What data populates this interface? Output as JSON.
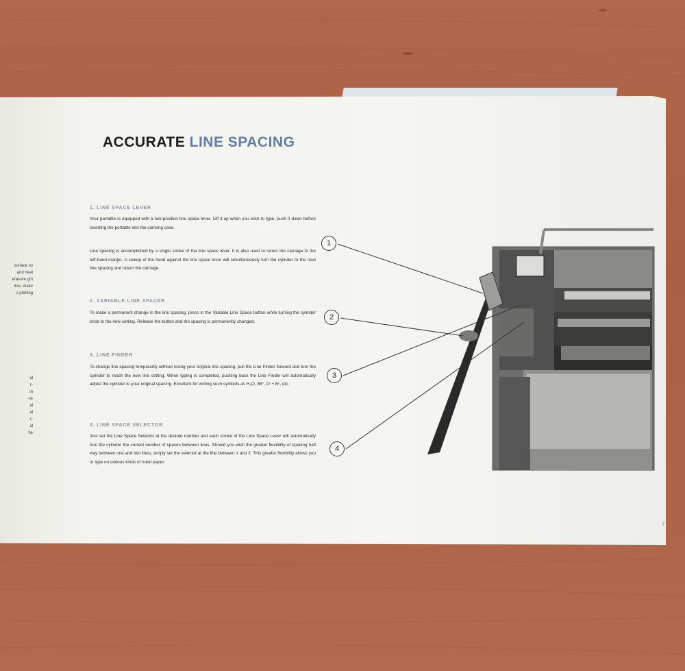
{
  "title": {
    "dark": "ACCURATE",
    "blue": "LINE SPACING"
  },
  "sections": [
    {
      "heading": "1. LINE SPACE LEVER",
      "paragraphs": [
        "Your portable is equipped with a two-position line space lever. Lift it up when you wish to type, push it down before inserting the portable into the carrying case.",
        "Line spacing is accomplished by a single stroke of the line space lever. It is also used to return the carriage to the left-hand margin. A sweep of the hand against the line space lever will simultaneously turn the cylinder to the next line spacing and return the carriage."
      ]
    },
    {
      "heading": "2. VARIABLE LINE SPACER",
      "paragraphs": [
        "To make a permanent change in the line spacing, press in the Variable Line Space button while turning the cylinder knob to the new setting. Release the button and the spacing is permanently changed."
      ]
    },
    {
      "heading": "3. LINE FINDER",
      "paragraphs": [
        "To change line spacing temporarily without losing your original line spacing, pull the Line Finder forward and turn the cylinder to reach the new line setting. When typing is completed, pushing back the Line Finder will automatically adjust the cylinder to your original spacing. Excellent for writing such symbols as H₂O, 86°, A² + B², etc."
      ]
    },
    {
      "heading": "4. LINE SPACE SELECTOR",
      "paragraphs": [
        "Just set the Line Space Selector at the desired number and each stroke of the Line Space Lever will automatically turn the cylinder the correct number of spaces between lines. Should you wish the greater flexibility of spacing half way between one and two lines, simply set the selector at the line between 1 and 2. This greater flexibility allows you to type on various kinds of ruled paper."
      ]
    }
  ],
  "left_fragment_top": "surface so\nand neat\nerasure grit\nline, make\ns printing",
  "left_fragment_bottom": "al\nr-\nin\nne\nal\nal\nr-\nal\nhe",
  "callouts": [
    "1",
    "2",
    "3",
    "4"
  ],
  "page_number": "7",
  "colors": {
    "accent_blue": "#5d7fa8",
    "table_wood": "#ad6447",
    "paper": "#f3f3ef"
  }
}
